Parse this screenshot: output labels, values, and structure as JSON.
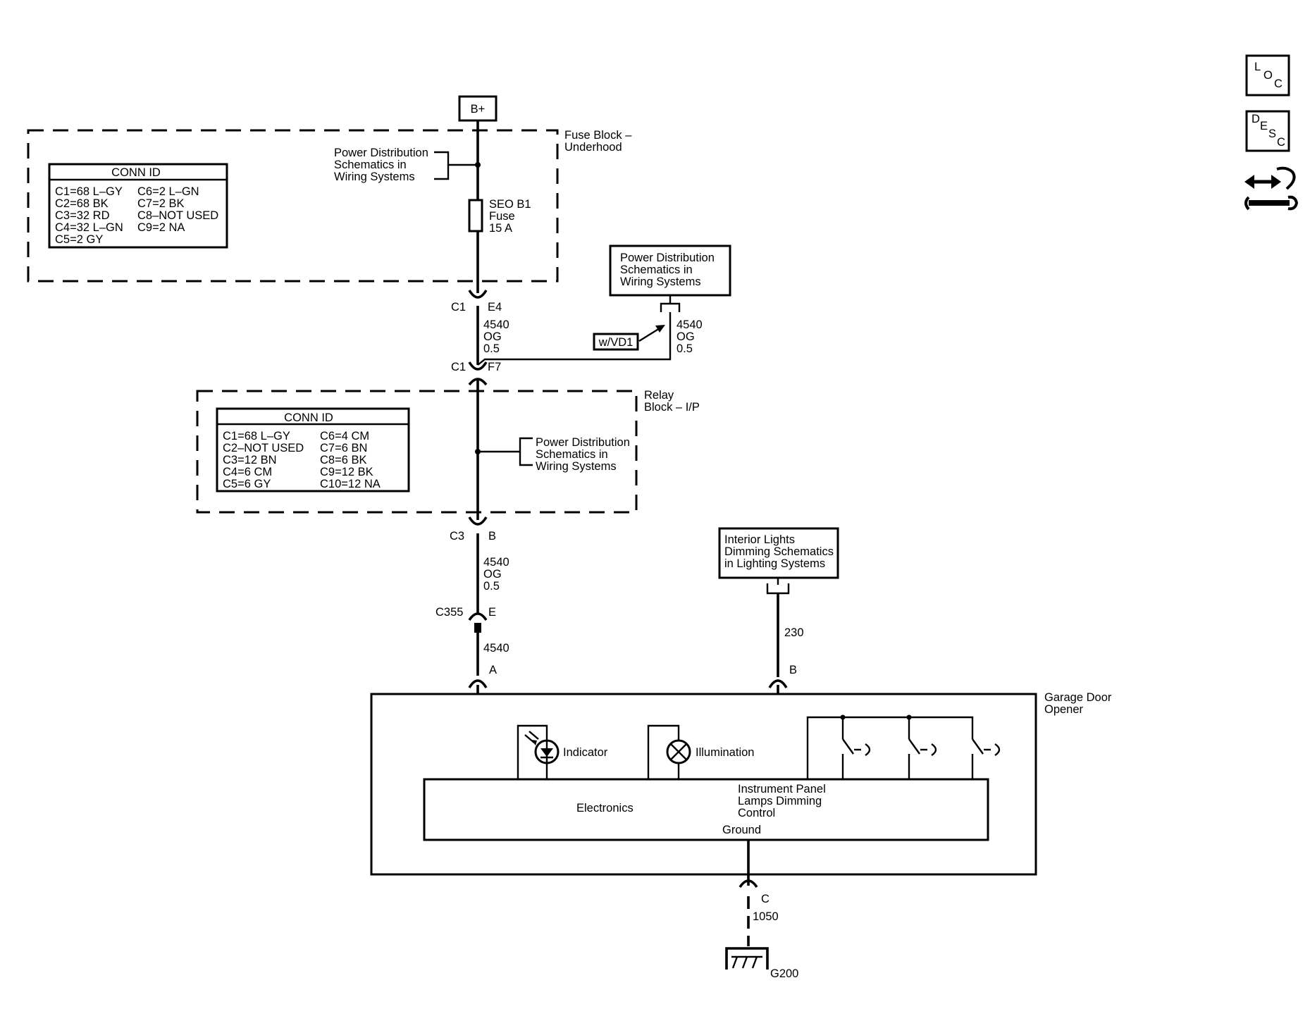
{
  "battery": "B+",
  "fuse_block": {
    "title_l1": "Fuse Block –",
    "title_l2": "Underhood",
    "power_ref": [
      "Power Distribution",
      "Schematics in",
      "Wiring Systems"
    ],
    "fuse": [
      "SEO B1",
      "Fuse",
      "15 A"
    ],
    "conn_id": {
      "title": "CONN ID",
      "rows": [
        [
          "C1=68 L–GY",
          "C6=2 L–GN"
        ],
        [
          "C2=68 BK",
          "C7=2 BK"
        ],
        [
          "C3=32 RD",
          "C8–NOT USED"
        ],
        [
          "C4=32 L–GN",
          "C9=2 NA"
        ],
        [
          "C5=2 GY",
          ""
        ]
      ]
    }
  },
  "connectors": {
    "c1_e4": {
      "conn": "C1",
      "pin": "E4"
    },
    "wire1": [
      "4540",
      "OG",
      "0.5"
    ],
    "c1_f7": {
      "conn": "C1",
      "pin": "F7"
    },
    "c3_b": {
      "conn": "C3",
      "pin": "B"
    },
    "wire2": [
      "4540",
      "OG",
      "0.5"
    ],
    "c355_e": {
      "conn": "C355",
      "pin": "E"
    },
    "wire3": "4540",
    "pin_a": "A",
    "pin_b": "B",
    "wire230": "230",
    "pin_c": "C",
    "wire1050": "1050",
    "ground_label": "G200"
  },
  "power_dist_box": [
    "Power Distribution",
    "Schematics in",
    "Wiring Systems"
  ],
  "branch": {
    "wire": [
      "4540",
      "OG",
      "0.5"
    ],
    "option": "w/VD1"
  },
  "relay_block": {
    "title_l1": "Relay",
    "title_l2": "Block – I/P",
    "power_ref": [
      "Power Distribution",
      "Schematics in",
      "Wiring Systems"
    ],
    "conn_id": {
      "title": "CONN ID",
      "rows": [
        [
          "C1=68 L–GY",
          "C6=4 CM"
        ],
        [
          "C2–NOT USED",
          "C7=6 BN"
        ],
        [
          "C3=12 BN",
          "C8=6 BK"
        ],
        [
          "C4=6 CM",
          "C9=12 BK"
        ],
        [
          "C5=6 GY",
          "C10=12 NA"
        ]
      ]
    }
  },
  "interior_box": [
    "Interior Lights",
    "Dimming Schematics",
    "in Lighting Systems"
  ],
  "garage": {
    "title_l1": "Garage Door",
    "title_l2": "Opener",
    "indicator": "Indicator",
    "illumination": "Illumination",
    "electronics": "Electronics",
    "ip_dimming": [
      "Instrument Panel",
      "Lamps Dimming",
      "Control"
    ],
    "ground": "Ground"
  },
  "side_icons": {
    "loc": [
      "L",
      "O",
      "C"
    ],
    "desc": [
      "D",
      "E",
      "S",
      "C"
    ],
    "nav_icon": "arrows-wrench-icon"
  }
}
